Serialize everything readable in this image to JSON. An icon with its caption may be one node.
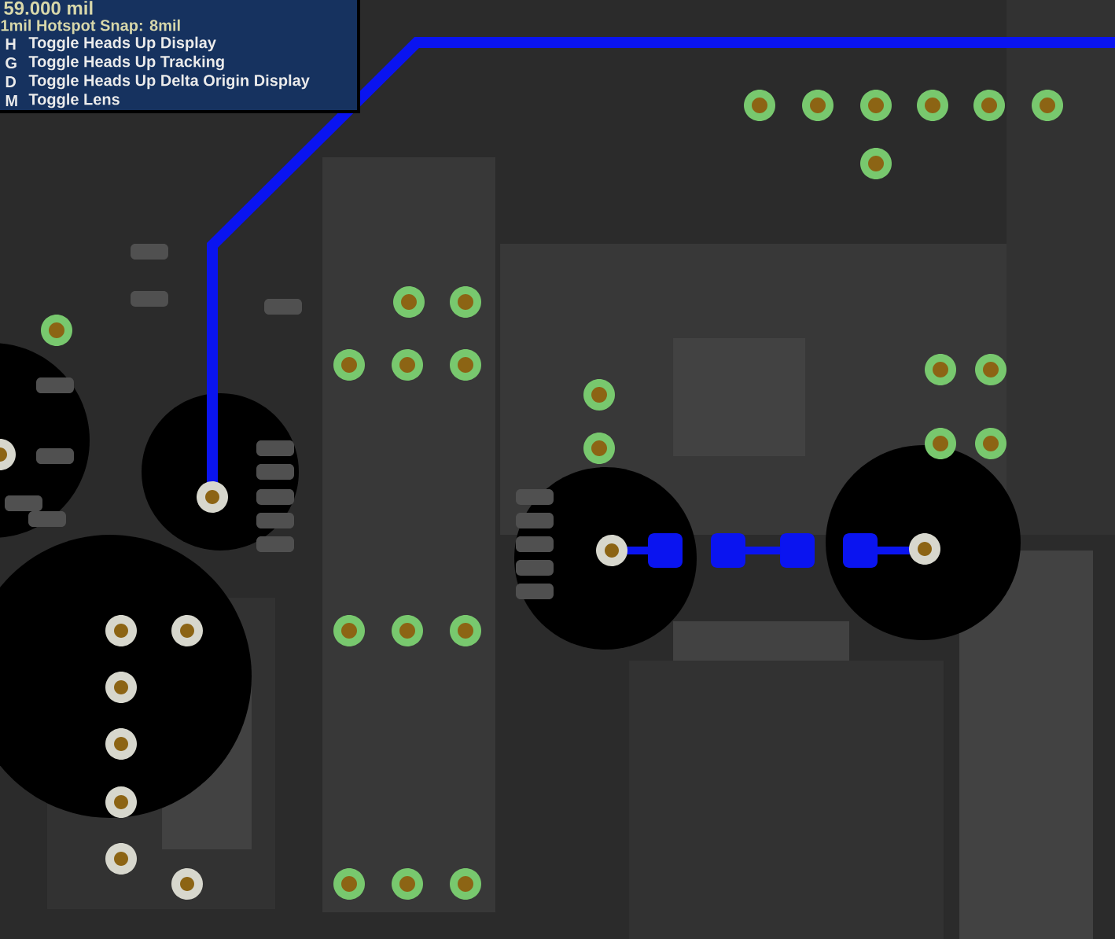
{
  "diagram": {
    "labels": [
      "59.000 mil",
      "1mil Hotspot Snap: 8mil",
      "H",
      "Toggle Heads Up Display",
      "G",
      "Toggle Heads Up Tracking",
      "D",
      "Toggle Heads Up Delta Origin Display",
      "M",
      "Toggle Lens"
    ]
  }
}
